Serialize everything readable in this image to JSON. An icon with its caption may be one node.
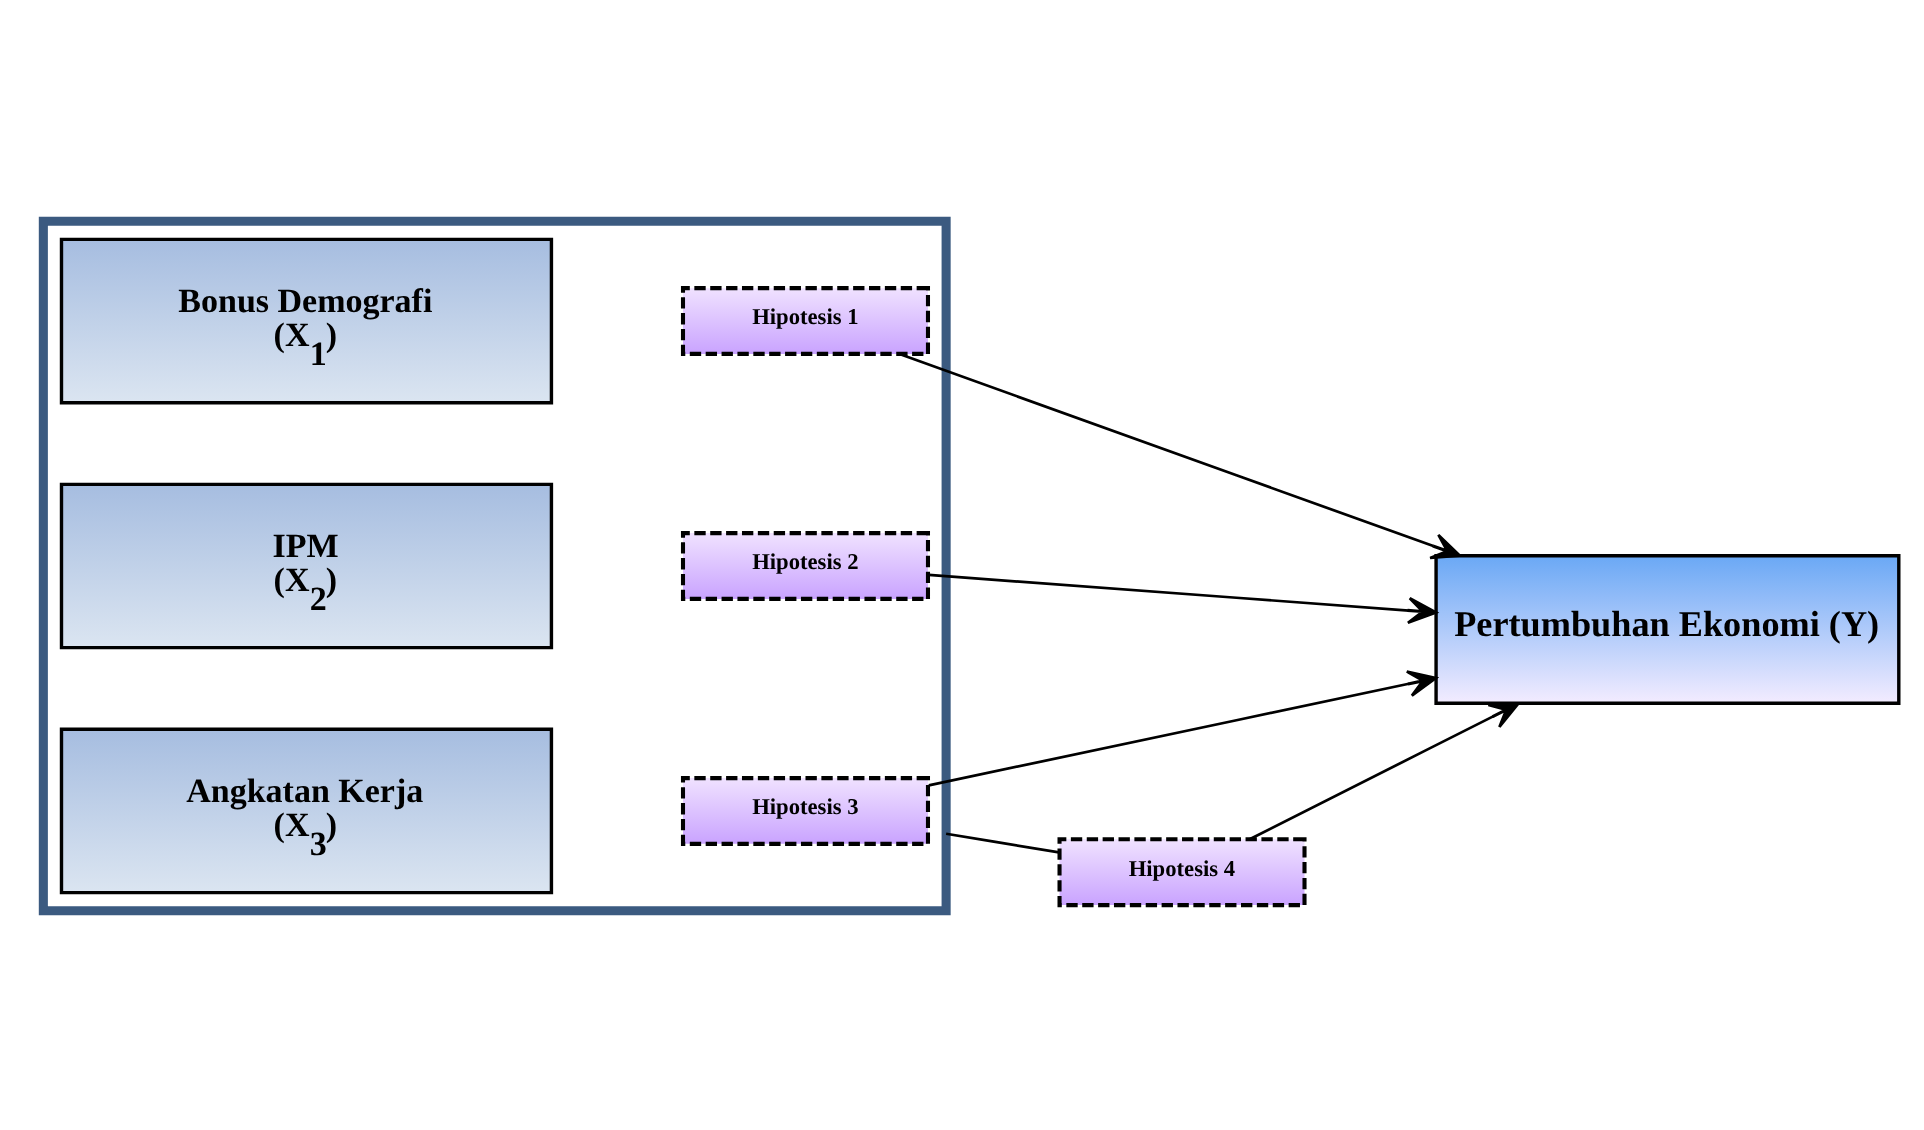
{
  "diagram": {
    "nodes": [
      {
        "text": [],
        "shape": "box"
      },
      {
        "text": [
          "Bonus Demografi",
          "(X$_{1}$)"
        ],
        "in": 0
      },
      {
        "text": [
          "Hipotesis 1"
        ],
        "in": 0
      },
      {
        "text": [
          "IPM",
          "(X$_{2}$)"
        ],
        "in": 0
      },
      {
        "text": [
          "Hipotesis 2"
        ],
        "in": 0
      },
      {
        "text": [
          "Pertumbuhan Ekonomi (Y)"
        ]
      },
      {
        "text": [
          "Angkatan Kerja",
          "(X$_{3}$)"
        ],
        "in": 0
      },
      {
        "text": [
          "Hipotesis 3"
        ],
        "in": 0
      },
      {
        "text": [
          "Hipotesis 4"
        ]
      }
    ],
    "edges": [
      {
        "from": 2,
        "to": 5,
        "arrow": "to"
      },
      {
        "from": 4,
        "to": 5,
        "arrow": "to"
      },
      {
        "from": 7,
        "to": 5,
        "arrow": "to"
      },
      {
        "from": 0,
        "to": 8,
        "arrow": "none"
      },
      {
        "from": 8,
        "to": 5,
        "arrow": "to"
      }
    ]
  }
}
